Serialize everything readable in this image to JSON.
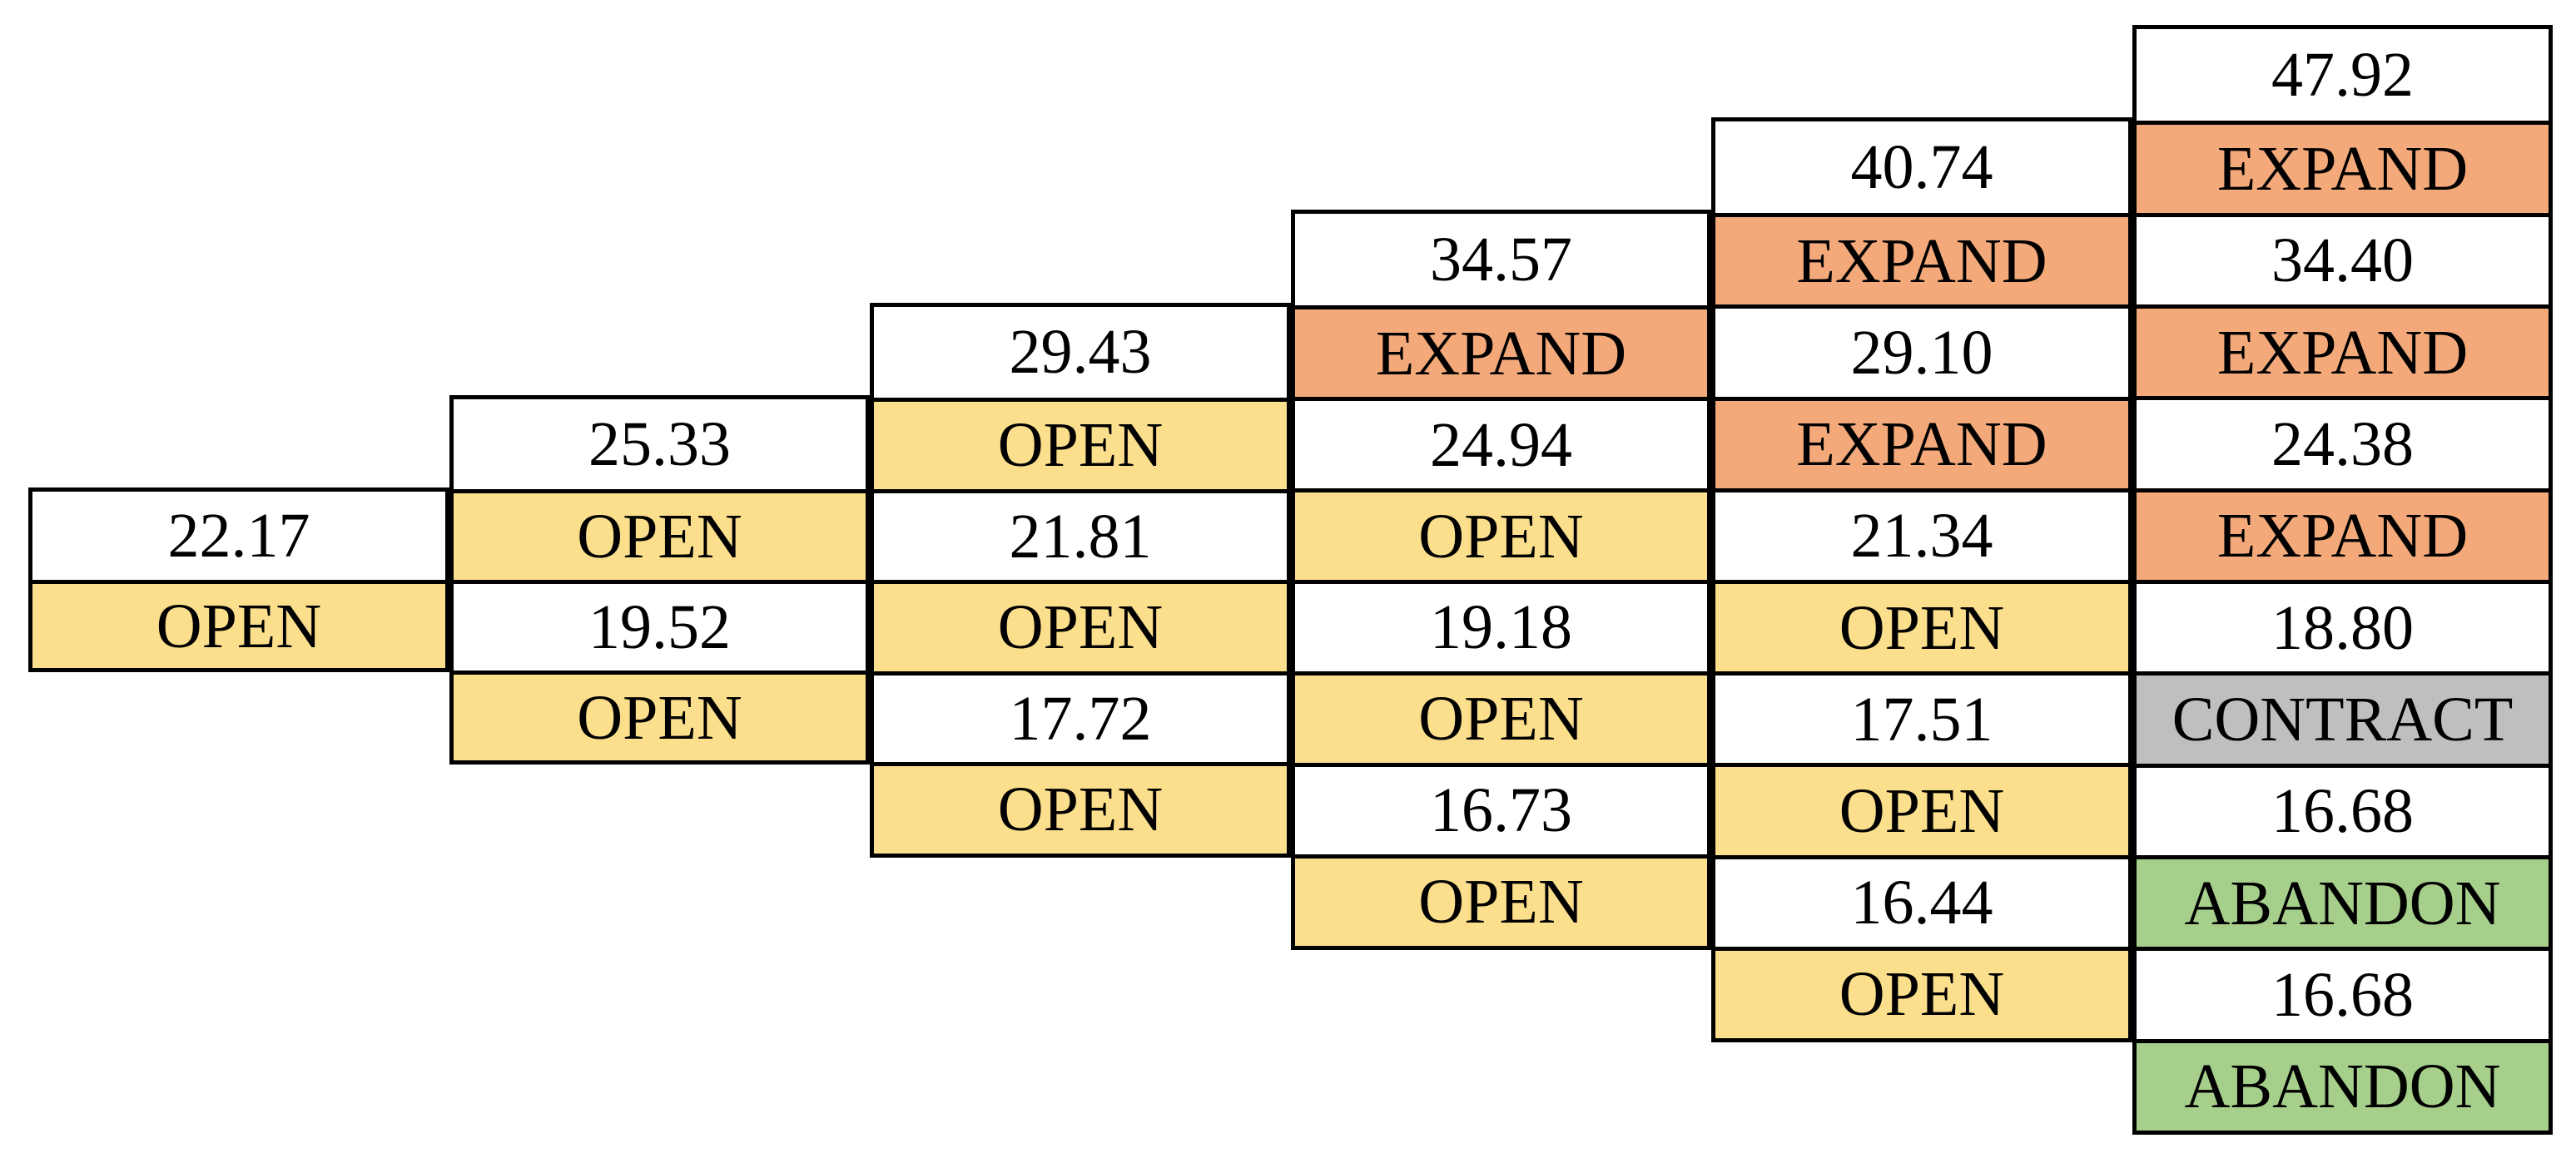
{
  "figure": {
    "type": "binomial-lattice-decision-tree",
    "periods": [
      {
        "index": 0,
        "nodes": [
          {
            "value": "22.17",
            "decision": "OPEN"
          }
        ]
      },
      {
        "index": 1,
        "nodes": [
          {
            "value": "25.33",
            "decision": "OPEN"
          },
          {
            "value": "19.52",
            "decision": "OPEN"
          }
        ]
      },
      {
        "index": 2,
        "nodes": [
          {
            "value": "29.43",
            "decision": "OPEN"
          },
          {
            "value": "21.81",
            "decision": "OPEN"
          },
          {
            "value": "17.72",
            "decision": "OPEN"
          }
        ]
      },
      {
        "index": 3,
        "nodes": [
          {
            "value": "34.57",
            "decision": "EXPAND"
          },
          {
            "value": "24.94",
            "decision": "OPEN"
          },
          {
            "value": "19.18",
            "decision": "OPEN"
          },
          {
            "value": "16.73",
            "decision": "OPEN"
          }
        ]
      },
      {
        "index": 4,
        "nodes": [
          {
            "value": "40.74",
            "decision": "EXPAND"
          },
          {
            "value": "29.10",
            "decision": "EXPAND"
          },
          {
            "value": "21.34",
            "decision": "OPEN"
          },
          {
            "value": "17.51",
            "decision": "OPEN"
          },
          {
            "value": "16.44",
            "decision": "OPEN"
          }
        ]
      },
      {
        "index": 5,
        "nodes": [
          {
            "value": "47.92",
            "decision": "EXPAND"
          },
          {
            "value": "34.40",
            "decision": "EXPAND"
          },
          {
            "value": "24.38",
            "decision": "EXPAND"
          },
          {
            "value": "18.80",
            "decision": "CONTRACT"
          },
          {
            "value": "16.68",
            "decision": "ABANDON"
          },
          {
            "value": "16.68",
            "decision": "ABANDON"
          }
        ]
      }
    ],
    "decision_colors": {
      "OPEN": "#FBDF8C",
      "EXPAND": "#F3A97A",
      "CONTRACT": "#BFBFBF",
      "ABANDON": "#A6CF8C"
    },
    "value_background": "#FFFFFF",
    "border_color": "#000000"
  }
}
